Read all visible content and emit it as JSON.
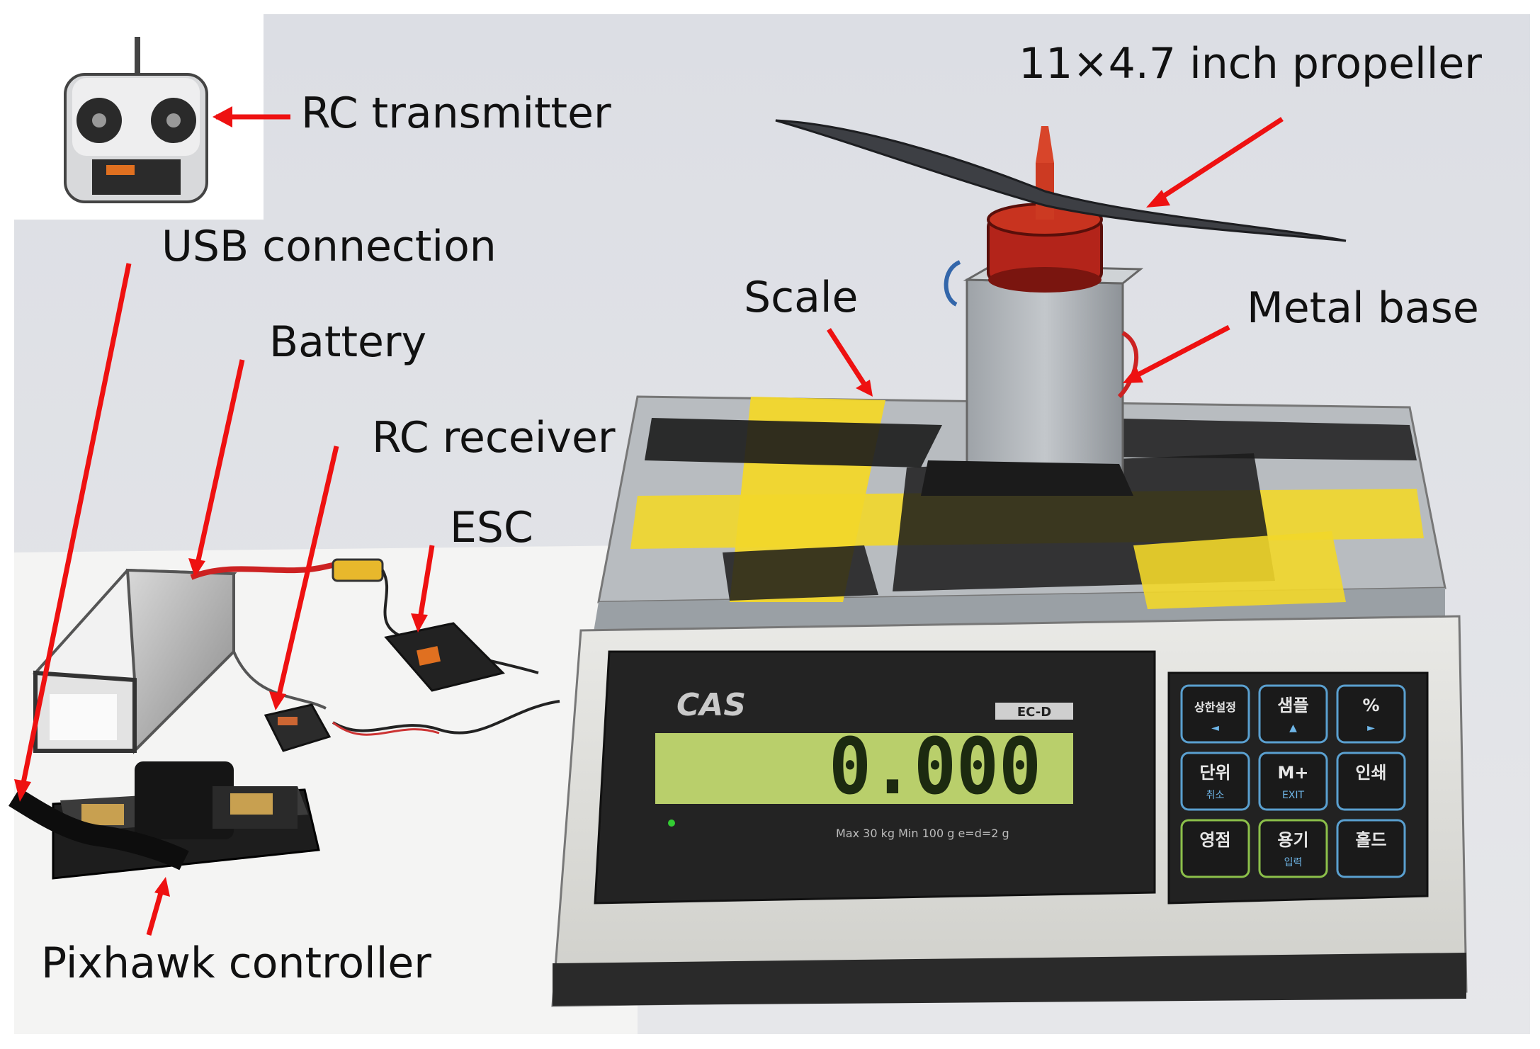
{
  "labels": {
    "rc_transmitter": "RC transmitter",
    "propeller": "11×4.7 inch propeller",
    "usb_connection": "USB connection",
    "battery": "Battery",
    "scale": "Scale",
    "metal_base": "Metal base",
    "rc_receiver": "RC receiver",
    "esc": "ESC",
    "pixhawk_controller": "Pixhawk controller"
  },
  "scale_display": {
    "brand": "CAS",
    "model": "EC-D",
    "spec_line": "Max 30 kg   Min 100 g   e=d=2 g",
    "keys": [
      "상한설정",
      "샘플",
      "%",
      "단위",
      "M+",
      "인쇄",
      "영점",
      "용기",
      "홀드"
    ],
    "key_sublabels": [
      "◄",
      "▲",
      "►",
      "취소",
      "EXIT",
      "",
      "",
      "입력",
      ""
    ]
  },
  "colors": {
    "arrow": "#ee1111",
    "tape_yellow": "#f2d72a",
    "tape_black": "#1b1b1b",
    "background_wall": "#d9dce2",
    "lcd": "#b9cf6b",
    "motor": "#b3241a"
  }
}
